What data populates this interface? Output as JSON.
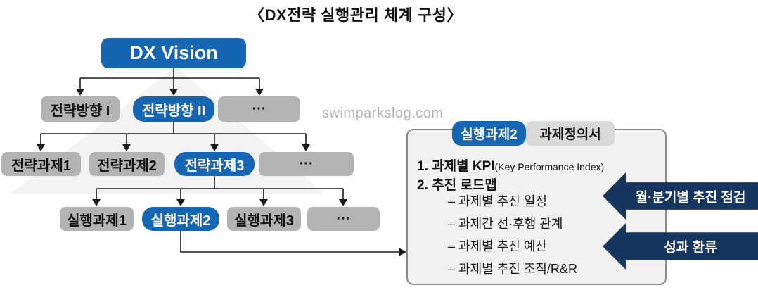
{
  "title": "〈DX전략 실행관리 체계 구성〉",
  "watermark": "swimparkslog.com",
  "colors": {
    "blue": "#1766b4",
    "navy": "#16365f",
    "box_gray": "#b3b3b3",
    "tab_gray": "#d9d9d9",
    "panel_bg": "#f1f1f1",
    "panel_border": "#8a8a8a",
    "watermark_gray": "#b3b3b3",
    "triangle_gray": "#f3f3f3"
  },
  "tree": {
    "root": "DX Vision",
    "rows": [
      {
        "items": [
          {
            "label": "전략방향 I"
          },
          {
            "label": "전략방향 II"
          },
          {
            "label": "···"
          }
        ]
      },
      {
        "items": [
          {
            "label": "전략과제1"
          },
          {
            "label": "전략과제2"
          },
          {
            "label": "전략과제3"
          },
          {
            "label": "···"
          }
        ]
      },
      {
        "items": [
          {
            "label": "실행과제1"
          },
          {
            "label": "실행과제2"
          },
          {
            "label": "실행과제3"
          },
          {
            "label": "···"
          }
        ]
      }
    ]
  },
  "panel": {
    "tab_highlight": "실행과제2",
    "tab_title": "과제정의서",
    "items": [
      {
        "strong": "1. 과제별 KPI",
        "note": "(Key Performance Index)"
      },
      {
        "strong": "2. 추진 로드맵",
        "note": ""
      }
    ],
    "bullets": [
      "– 과제별 추진 일정",
      "– 과제간 선·후행 관계",
      "– 과제별 추진 예산",
      "– 과제별 추진 조직/R&R"
    ]
  },
  "arrows": [
    {
      "label": "월·분기별 추진 점검"
    },
    {
      "label": "성과 환류"
    }
  ]
}
